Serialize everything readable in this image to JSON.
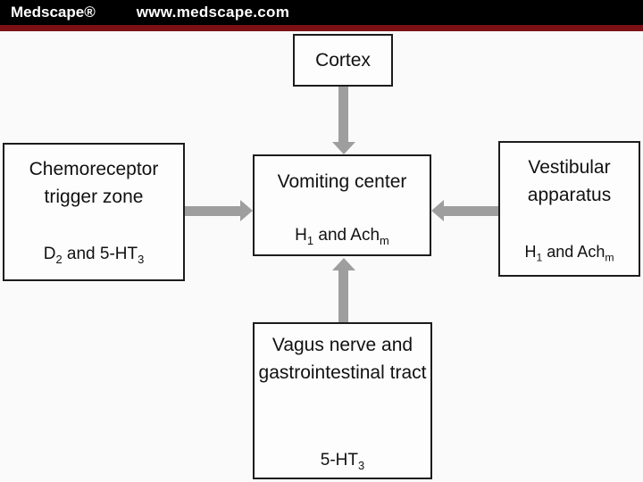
{
  "header": {
    "brand": "Medscape®",
    "site": "www.medscape.com"
  },
  "colors": {
    "header_bg": "#000000",
    "header_text": "#ffffff",
    "accent_line": "#7c1115",
    "arrow": "#9e9e9e",
    "box_border": "#1c1c1c",
    "box_bg": "#fdfdfd",
    "canvas_bg": "#fafafa",
    "text": "#111111"
  },
  "diagram": {
    "nodes": {
      "cortex": {
        "title": "Cortex"
      },
      "ctz": {
        "title": "Chemoreceptor trigger zone",
        "receptors": [
          {
            "t": "D"
          },
          {
            "t": "2",
            "sub": true
          },
          {
            "t": " and 5-HT"
          },
          {
            "t": "3",
            "sub": true
          }
        ]
      },
      "vomiting_center": {
        "title": "Vomiting center",
        "receptors": [
          {
            "t": "H"
          },
          {
            "t": "1",
            "sub": true
          },
          {
            "t": " and Ach"
          },
          {
            "t": "m",
            "sub": true
          }
        ]
      },
      "vestibular": {
        "title": "Vestibular apparatus",
        "receptors": [
          {
            "t": "H"
          },
          {
            "t": "1",
            "sub": true
          },
          {
            "t": " and Ach"
          },
          {
            "t": "m",
            "sub": true
          }
        ]
      },
      "vagus": {
        "title": "Vagus nerve and gastrointestinal tract",
        "receptors": [
          {
            "t": "5-HT"
          },
          {
            "t": "3",
            "sub": true
          }
        ]
      }
    },
    "edges": [
      {
        "from": "cortex",
        "to": "vomiting_center",
        "direction": "down"
      },
      {
        "from": "ctz",
        "to": "vomiting_center",
        "direction": "right"
      },
      {
        "from": "vestibular",
        "to": "vomiting_center",
        "direction": "left"
      },
      {
        "from": "vagus",
        "to": "vomiting_center",
        "direction": "up"
      }
    ]
  }
}
